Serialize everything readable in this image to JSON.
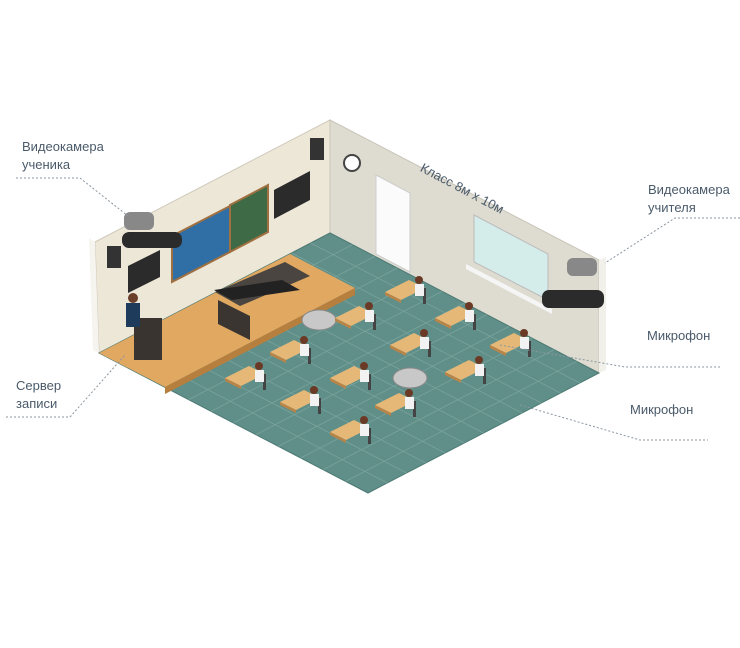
{
  "room_title": "Класс 8м x 10м",
  "labels": {
    "student_camera": [
      "Видеокамера",
      "ученика"
    ],
    "teacher_camera": [
      "Видеокамера",
      "учителя"
    ],
    "microphone_1": "Микрофон",
    "microphone_2": "Микрофон",
    "recording_server": [
      "Сервер",
      "записи"
    ]
  },
  "colors": {
    "label_text": "#4a5a6a",
    "floor": "#5f8f88",
    "wall_left": "#ede7d8",
    "wall_right": "#dedbd0",
    "platform": "#e0a860",
    "desk": "#e6b877",
    "board": "#3e6b45",
    "screen": "#2f6fa6"
  }
}
